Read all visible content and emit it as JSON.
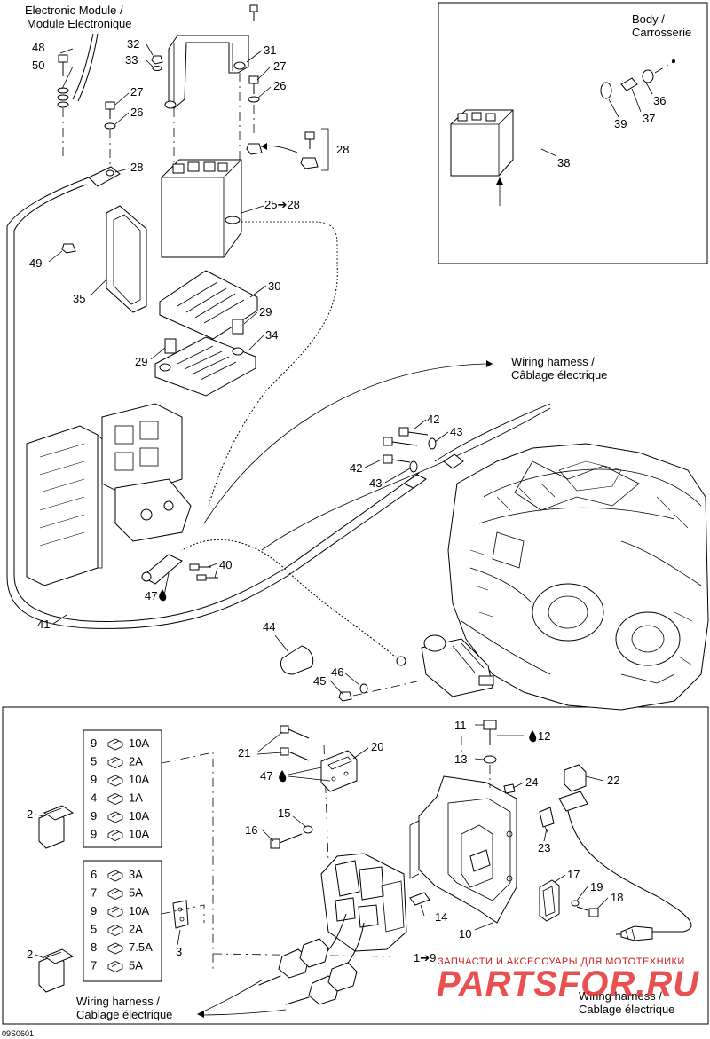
{
  "top_labels": {
    "module": [
      "Electronic Module /",
      "Module Electronique"
    ],
    "body": [
      "Body /",
      "Carrosserie"
    ],
    "harness_top": [
      "Wiring harness /",
      "Câblage électrique"
    ],
    "harness_bottom_left": [
      "Wiring harness /",
      "Cablage électrique"
    ],
    "harness_bottom_right": [
      "Wiring harness /",
      "Cablage électrique"
    ]
  },
  "callouts_top": [
    "48",
    "50",
    "32",
    "33",
    "31",
    "27",
    "26",
    "27",
    "26",
    "28",
    "28",
    "49",
    "25➔28",
    "35",
    "30",
    "29",
    "29",
    "34",
    "36",
    "37",
    "38",
    "39",
    "42",
    "43",
    "42",
    "43",
    "40",
    "47",
    "41",
    "44",
    "46",
    "45"
  ],
  "callouts_bottom": [
    "11",
    "12",
    "13",
    "24",
    "22",
    "21",
    "20",
    "47",
    "15",
    "16",
    "23",
    "17",
    "19",
    "18",
    "14",
    "10",
    "1➔9",
    "3",
    "2",
    "2"
  ],
  "fuse_box_1": [
    {
      "pos": "9",
      "amp": "10A"
    },
    {
      "pos": "5",
      "amp": "2A"
    },
    {
      "pos": "9",
      "amp": "10A"
    },
    {
      "pos": "4",
      "amp": "1A"
    },
    {
      "pos": "9",
      "amp": "10A"
    },
    {
      "pos": "9",
      "amp": "10A"
    }
  ],
  "fuse_box_2": [
    {
      "pos": "6",
      "amp": "3A"
    },
    {
      "pos": "7",
      "amp": "5A"
    },
    {
      "pos": "9",
      "amp": "10A"
    },
    {
      "pos": "5",
      "amp": "2A"
    },
    {
      "pos": "8",
      "amp": "7.5A"
    },
    {
      "pos": "7",
      "amp": "5A"
    }
  ],
  "figure_code": "09S0601",
  "watermark": {
    "line1": "ЗАПЧАСТИ И АКСЕССУАРЫ ДЛЯ МОТОТЕХНИКИ",
    "line2": "PARTSFOR.RU"
  }
}
